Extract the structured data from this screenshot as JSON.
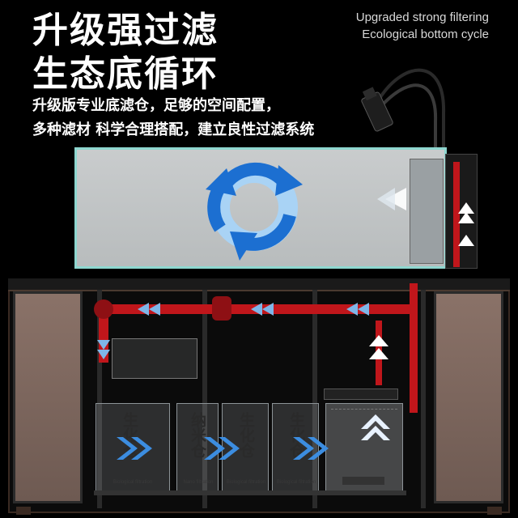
{
  "headline": {
    "line1": "升级强过滤",
    "line2": "生态底循环"
  },
  "subtitle_en": {
    "line1": "Upgraded strong filtering",
    "line2": "Ecological bottom cycle"
  },
  "description": {
    "line1": "升级版专业底滤仓，足够的空间配置，",
    "line2": "多种滤材 科学合理搭配，建立良性过滤系统"
  },
  "chambers": [
    {
      "label": "生化仓",
      "sub": "Biological filtration"
    },
    {
      "label": "纳米仓",
      "sub": "Nano filtration"
    },
    {
      "label": "生化仓",
      "sub": "Biological filtration"
    },
    {
      "label": "生化仓",
      "sub": "Biological filtration"
    }
  ],
  "icons": {
    "cycle": "circular-arrows-icon",
    "flow": "double-chevron-arrow-icon",
    "pump": "water-pump-icon"
  },
  "colors": {
    "background": "#000000",
    "pipe": "#c0161b",
    "cycle_arrow": "#1c6fd1",
    "tank_frame": "#8ed7d0"
  }
}
